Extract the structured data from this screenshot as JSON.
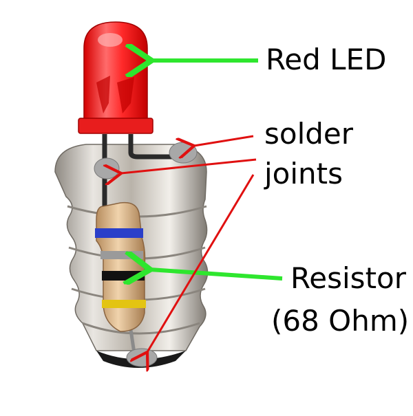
{
  "labels": {
    "red_led": "Red LED",
    "solder": "solder",
    "joints": "joints",
    "resistor": "Resistor",
    "resistor_value": "(68 Ohm)"
  },
  "colors": {
    "led_red": "#ff2a2a",
    "arrow_green": "#2ee62e",
    "arrow_red": "#e01010",
    "band_blue": "#2a3fc9",
    "band_gray": "#9a9a9a",
    "band_black": "#111111",
    "band_yellow": "#e3c412",
    "resistor_body": "#d9b58a",
    "solder_gray": "#a8a8a8",
    "metal_base": "#c9c4bb"
  }
}
